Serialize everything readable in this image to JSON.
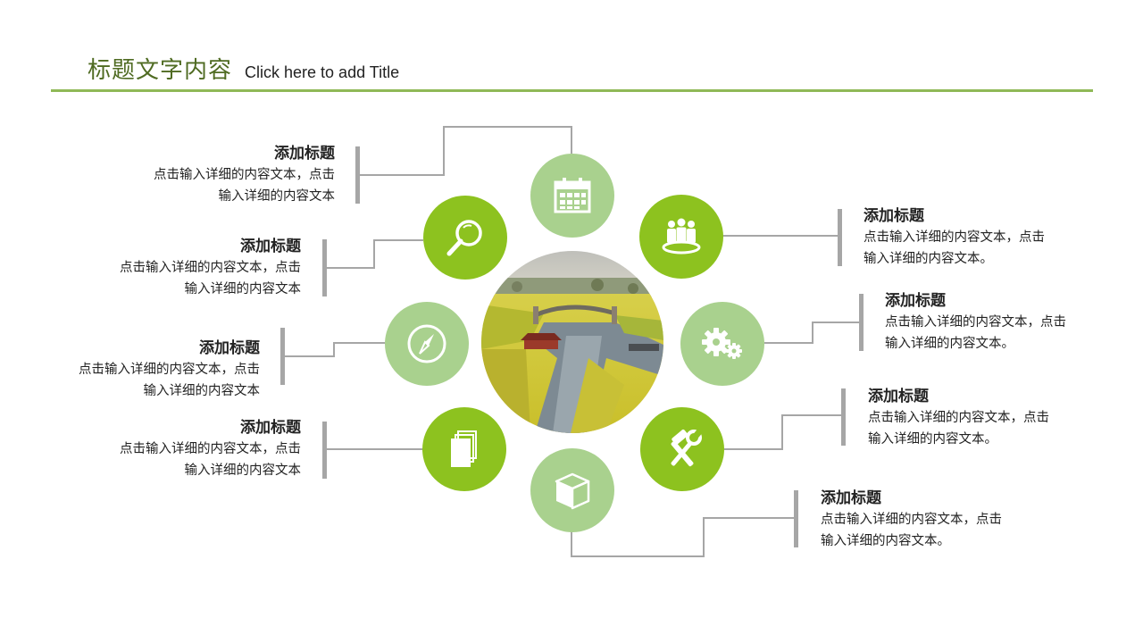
{
  "header": {
    "title_cn": "标题文字内容",
    "title_en": "Click here to add Title"
  },
  "colors": {
    "accent_dark": "#8dc21f",
    "accent_light": "#a9d18e",
    "rule": "#8fb957",
    "connector": "#a6a6a6"
  },
  "items": [
    {
      "title": "添加标题",
      "line1": "点击输入详细的内容文本，点击",
      "line2": "输入详细的内容文本",
      "icon": "magnifier-icon"
    },
    {
      "title": "添加标题",
      "line1": "点击输入详细的内容文本，点击",
      "line2": "输入详细的内容文本",
      "icon": "calendar-icon"
    },
    {
      "title": "添加标题",
      "line1": "点击输入详细的内容文本，点击",
      "line2": "输入详细的内容文本",
      "icon": "compass-icon"
    },
    {
      "title": "添加标题",
      "line1": "点击输入详细的内容文本，点击",
      "line2": "输入详细的内容文本",
      "icon": "documents-icon"
    },
    {
      "title": "添加标题",
      "line1": "点击输入详细的内容文本，点击",
      "line2": "输入详细的内容文本。",
      "icon": "team-icon"
    },
    {
      "title": "添加标题",
      "line1": "点击输入详细的内容文本，点击",
      "line2": "输入详细的内容文本。",
      "icon": "gears-icon"
    },
    {
      "title": "添加标题",
      "line1": "点击输入详细的内容文本，点击",
      "line2": "输入详细的内容文本。",
      "icon": "tools-icon"
    },
    {
      "title": "添加标题",
      "line1": "点击输入详细的内容文本，点击",
      "line2": "输入详细的内容文本。",
      "icon": "cube-icon"
    }
  ]
}
